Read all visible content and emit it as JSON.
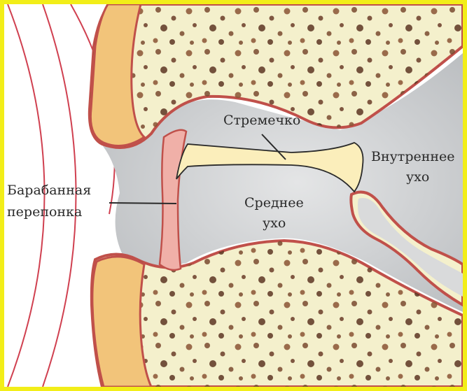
{
  "labels": {
    "stapes": "Стремечко",
    "inner_ear_line1": "Внутреннее",
    "inner_ear_line2": "ухо",
    "eardrum_line1": "Барабанная",
    "eardrum_line2": "перепонка",
    "middle_ear_line1": "Среднее",
    "middle_ear_line2": "ухо"
  },
  "colors": {
    "frame": "#f2ee18",
    "bone": "#f4f0cc",
    "cartilage": "#f2c47a",
    "membrane_outline": "#c0504a",
    "membrane_fill": "#f0b0a8",
    "cavity": "#d2d4d6",
    "ink": "#2a2a2a",
    "sound_waves": "#d04050"
  }
}
